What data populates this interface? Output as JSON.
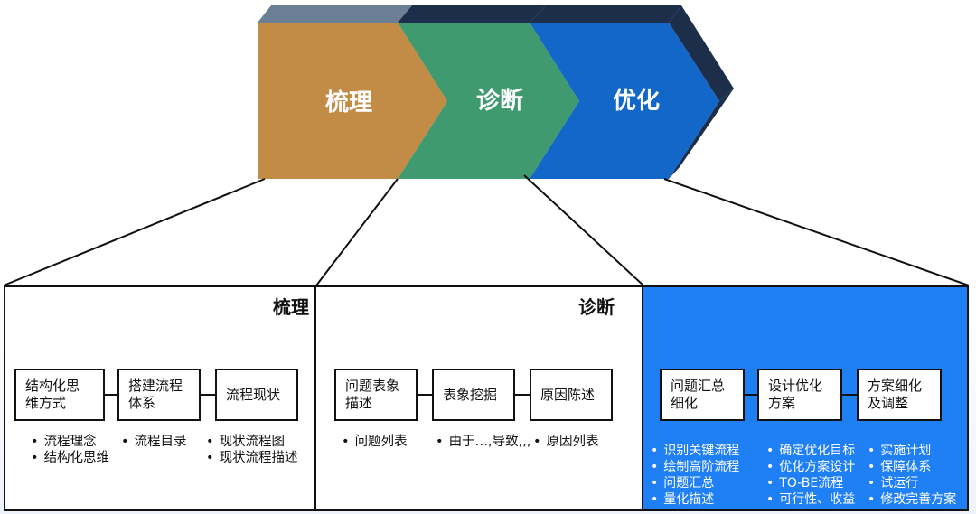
{
  "phases": [
    {
      "label": "梳理",
      "color": "#c28c46"
    },
    {
      "label": "诊断",
      "color": "#3f9a70"
    },
    {
      "label": "优化",
      "color": "#1267c8"
    }
  ],
  "panels": [
    {
      "title": "梳理",
      "boxes": [
        "结构化思\n维方式",
        "搭建流程\n体系",
        "流程现状"
      ],
      "bullets": [
        [
          "流程理念",
          "结构化思维"
        ],
        [
          "流程目录"
        ],
        [
          "现状流程图",
          "现状流程描述"
        ]
      ]
    },
    {
      "title": "诊断",
      "boxes": [
        "问题表象\n描述",
        "表象挖掘",
        "原因陈述"
      ],
      "bullets": [
        [
          "问题列表"
        ],
        [
          "由于…,导致,,,"
        ],
        [
          "原因列表"
        ]
      ]
    },
    {
      "title": "",
      "boxes": [
        "问题汇总\n细化",
        "设计优化\n方案",
        "方案细化\n及调整"
      ],
      "bullets": [
        [
          "识别关键流程",
          "绘制高阶流程",
          "问题汇总",
          "量化描述"
        ],
        [
          "确定优化目标",
          "优化方案设计",
          "TO-BE流程",
          "可行性、收益"
        ],
        [
          "实施计划",
          "保障体系",
          "试运行",
          "修改完善方案"
        ]
      ]
    }
  ],
  "colors": {
    "panel3_bg": "#1f7ff5",
    "dark_top": "#1c2e4a"
  }
}
